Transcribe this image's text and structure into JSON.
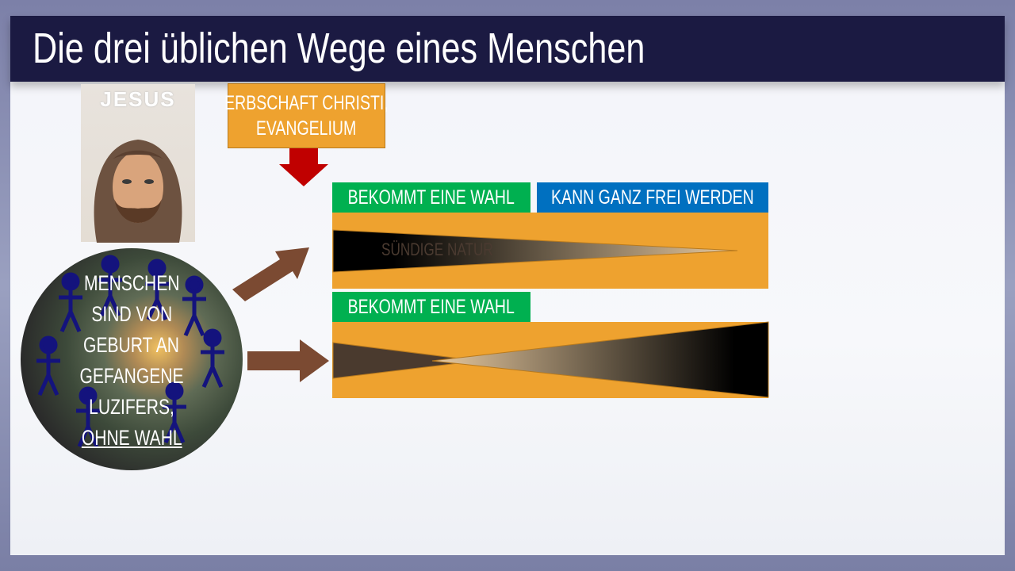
{
  "title": "Die drei üblichen Wege eines Menschen",
  "jesus_image": {
    "caption": "JESUS"
  },
  "inheritance_box": {
    "line1": "ERBSCHAFT CHRISTI,",
    "line2": "EVANGELIUM"
  },
  "globe": {
    "lines": [
      "MENSCHEN",
      "SIND VON",
      "GEBURT AN",
      "GEFANGENE",
      "LUZIFERS,"
    ],
    "underlined": "OHNE WAHL"
  },
  "path1": {
    "choice_label": "BEKOMMT EINE WAHL",
    "free_label": "KANN GANZ FREI WERDEN",
    "nature_label": "SÜNDIGE NATUR"
  },
  "path2": {
    "choice_label": "BEKOMMT EINE WAHL"
  },
  "colors": {
    "title_bar": "#1b1a42",
    "orange": "#eea22f",
    "green": "#00b050",
    "blue": "#0070c0",
    "red_arrow": "#c00000",
    "brown_arrow": "#7b4a32",
    "figures": "#14137d"
  }
}
